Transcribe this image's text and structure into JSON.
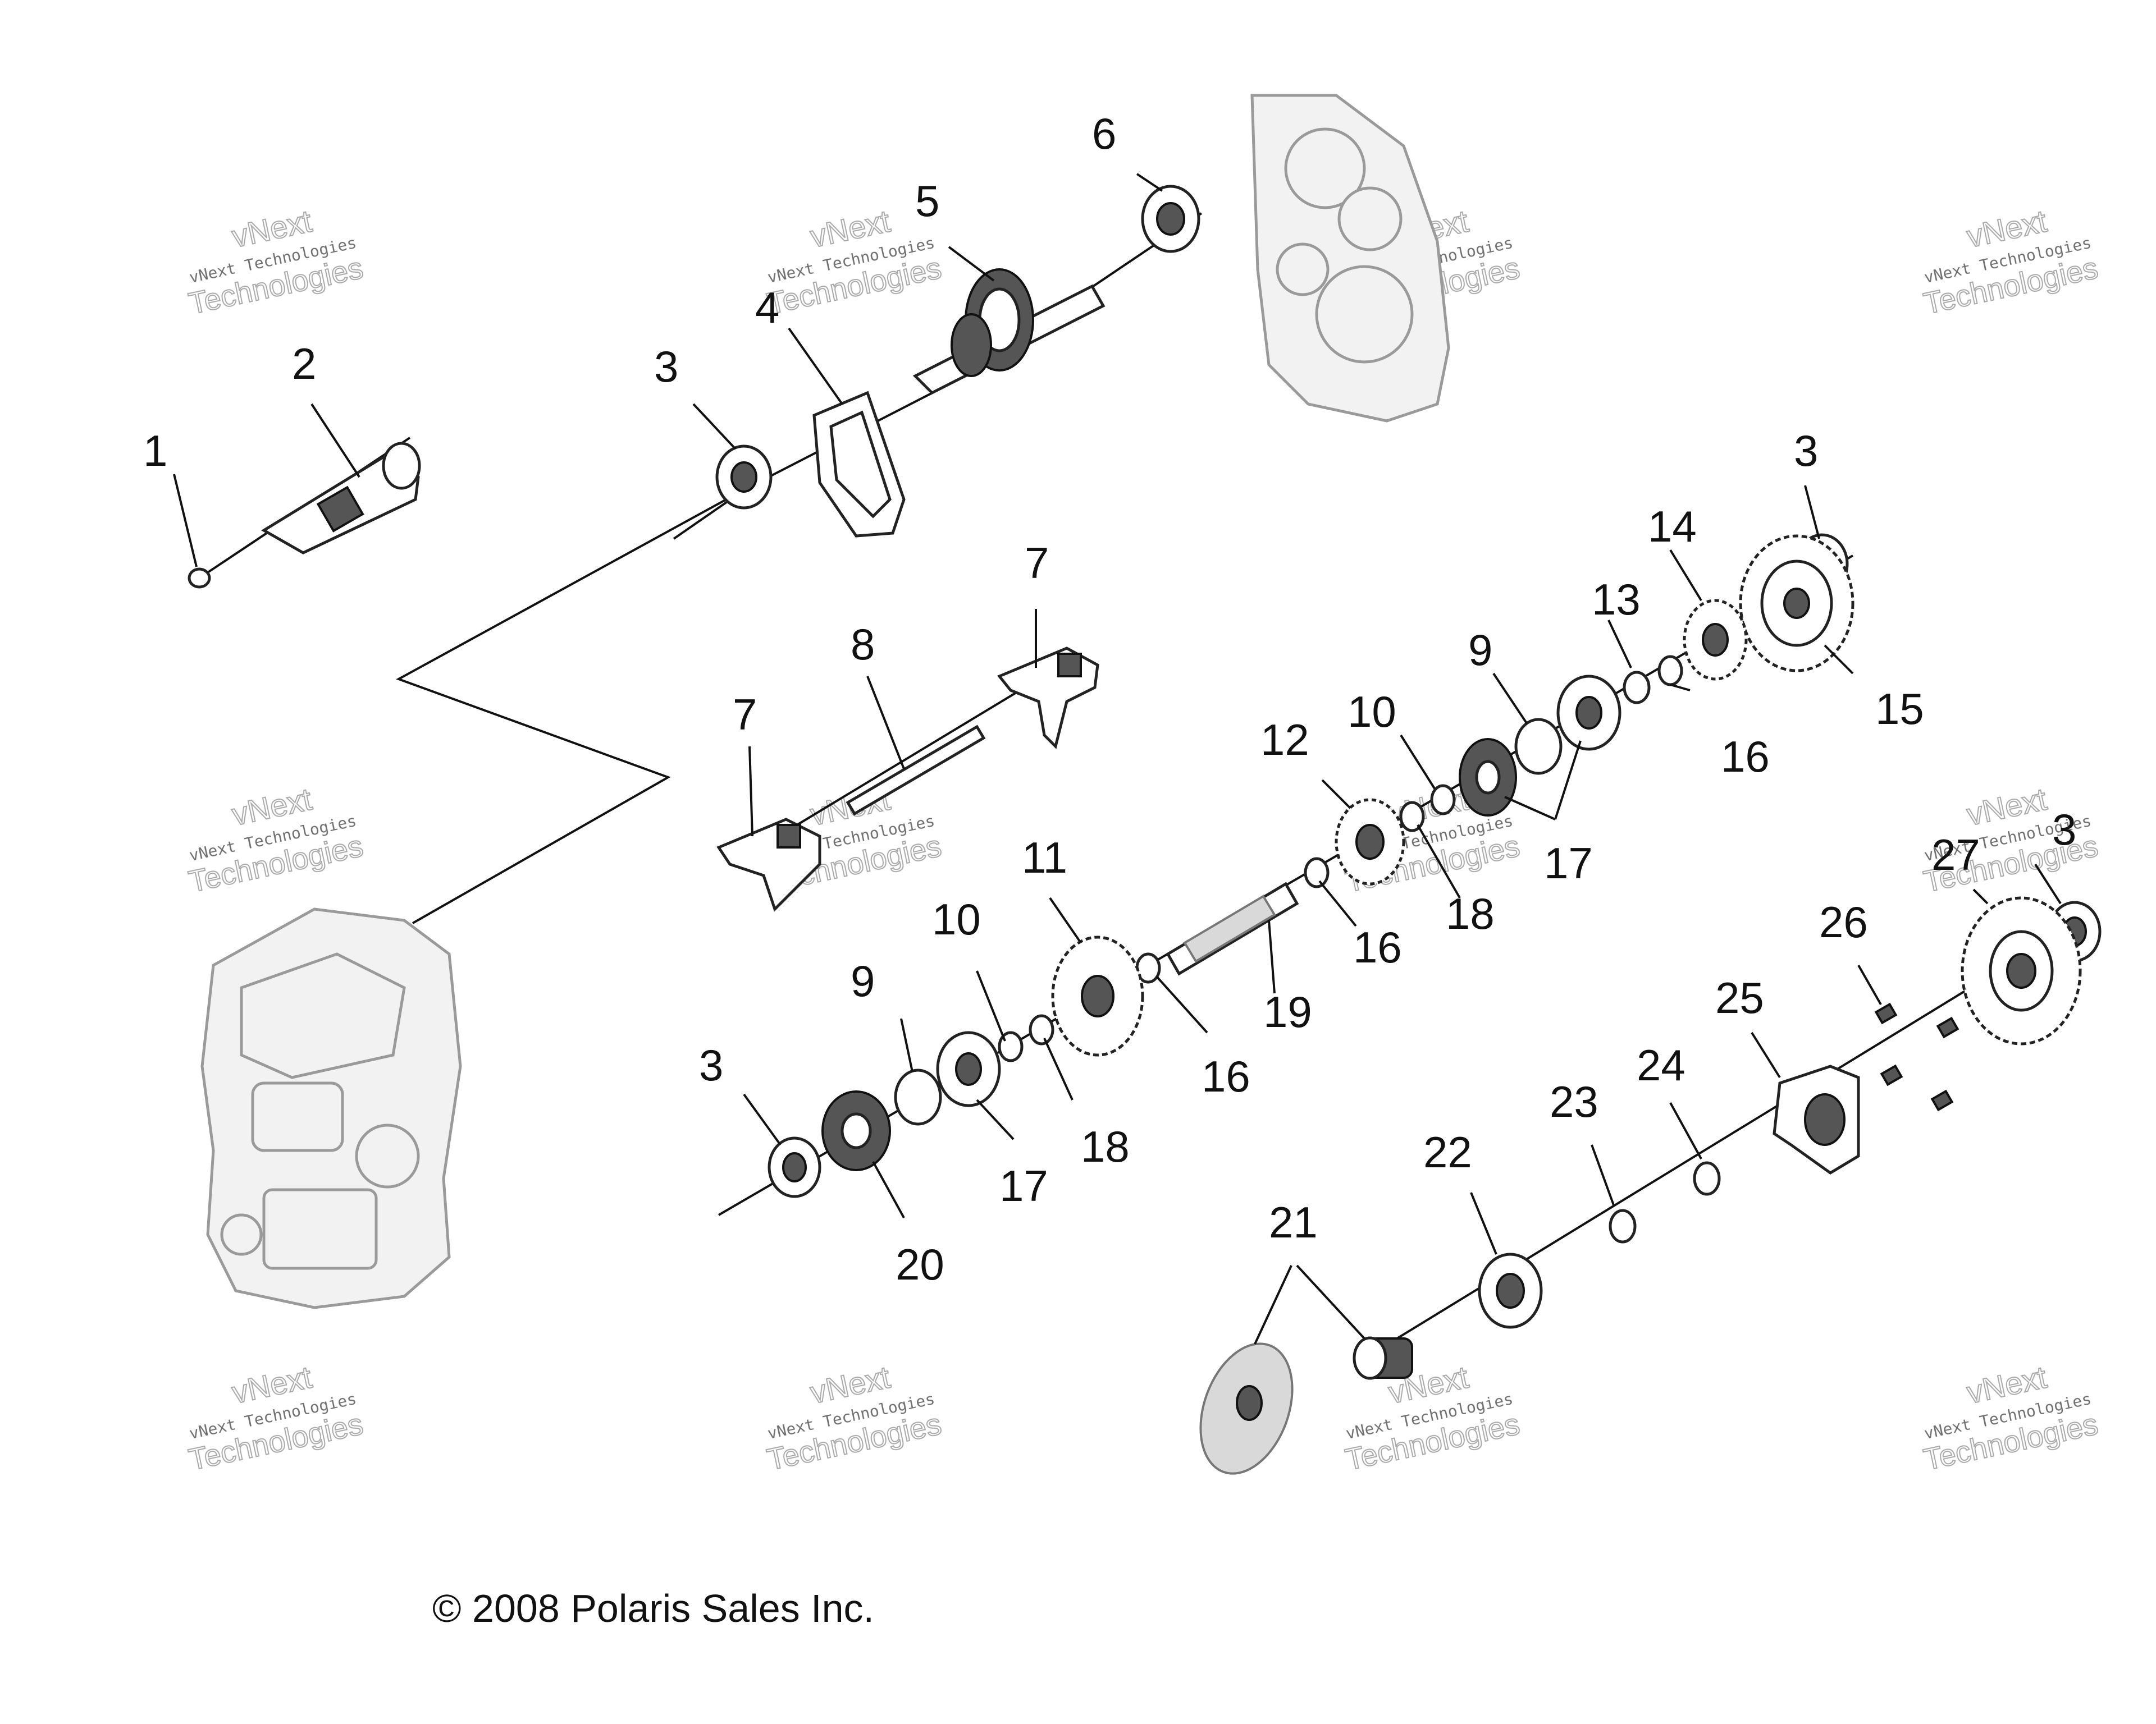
{
  "diagram": {
    "callouts": {
      "c1": "1",
      "c2": "2",
      "c3a": "3",
      "c4": "4",
      "c5": "5",
      "c6": "6",
      "c7a": "7",
      "c7b": "7",
      "c8": "8",
      "c3b": "3",
      "c14": "14",
      "c13": "13",
      "c9a": "9",
      "c10a": "10",
      "c12": "12",
      "c15": "15",
      "c16a": "16",
      "c17a": "17",
      "c18a": "18",
      "c16b": "16",
      "c11": "11",
      "c10b": "10",
      "c9b": "9",
      "c3c": "3",
      "c19": "19",
      "c16c": "16",
      "c18b": "18",
      "c17b": "17",
      "c20": "20",
      "c3d": "3",
      "c27": "27",
      "c26": "26",
      "c25": "25",
      "c24": "24",
      "c23": "23",
      "c22": "22",
      "c21": "21"
    },
    "watermark": {
      "line1": "vNext",
      "line2": "vNext Technologies",
      "line3": "Technologies"
    },
    "copyright": "© 2008 Polaris Sales Inc."
  }
}
